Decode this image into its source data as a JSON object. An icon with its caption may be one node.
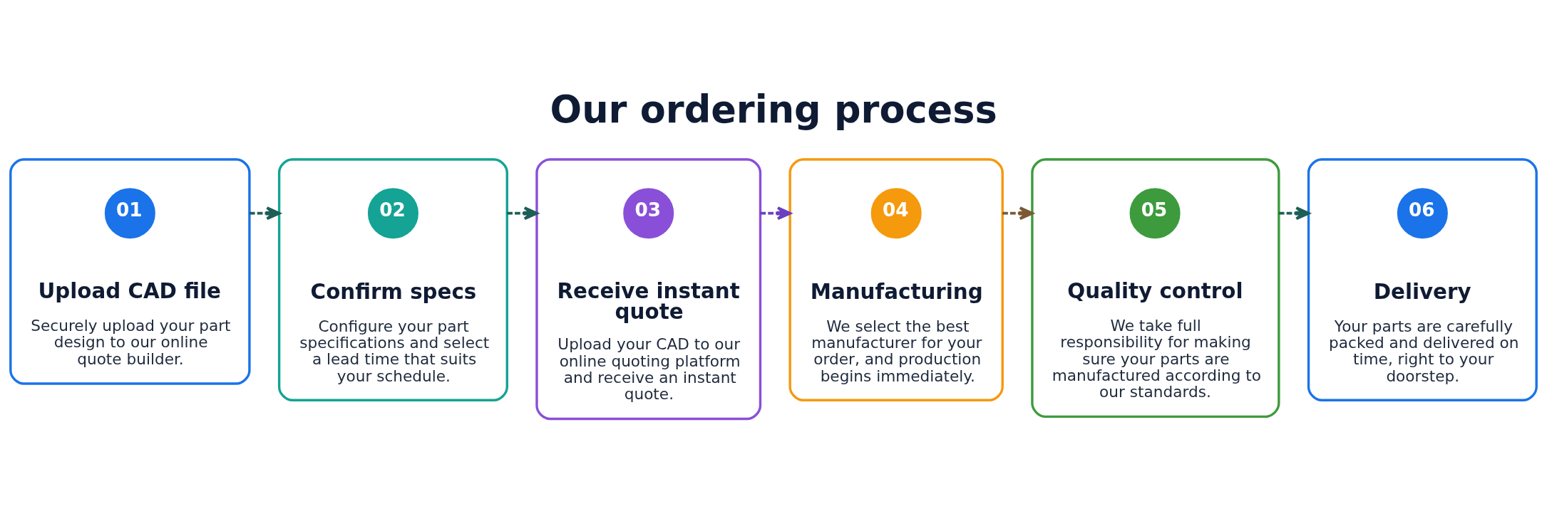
{
  "diagram": {
    "title": "Our ordering process",
    "nodes": [
      {
        "text": [
          "Upload CAD file",
          "Securely upload your part design to our online quote builder."
        ]
      },
      {
        "text": [
          "01"
        ],
        "in": 0
      },
      {
        "text": [
          "Confirm specs",
          "Configure your part specifications and select a lead time that suits your schedule."
        ]
      },
      {
        "text": [
          "02"
        ],
        "in": 2
      },
      {
        "text": [
          "Receive instant quote",
          "Upload your CAD to our online quoting platform and receive an instant quote."
        ]
      },
      {
        "text": [
          "03"
        ],
        "in": 4
      },
      {
        "text": [
          "Manufacturing",
          "We select the best manufacturer for your order, and production begins immediately."
        ]
      },
      {
        "text": [
          "04"
        ],
        "in": 6
      },
      {
        "text": [
          "Quality control",
          "We take full responsibility for making sure your parts are manufactured according to our standards."
        ]
      },
      {
        "text": [
          "05"
        ],
        "in": 8
      },
      {
        "text": [
          "Delivery",
          "Your parts are carefully packed and delivered on time, right to your doorstep."
        ]
      },
      {
        "text": [
          "06"
        ],
        "in": 10
      }
    ],
    "edges": [
      {
        "from": 0,
        "to": 2,
        "arrow": "to",
        "style": "dashed"
      },
      {
        "from": 2,
        "to": 4,
        "arrow": "to",
        "style": "dashed"
      },
      {
        "from": 4,
        "to": 6,
        "arrow": "to",
        "style": "dashed",
        "color": "#6a3fc0"
      },
      {
        "from": 6,
        "to": 8,
        "arrow": "to",
        "style": "dashed",
        "color": "#7a5a35"
      },
      {
        "from": 8,
        "to": 10,
        "arrow": "to",
        "style": "dashed"
      }
    ]
  }
}
